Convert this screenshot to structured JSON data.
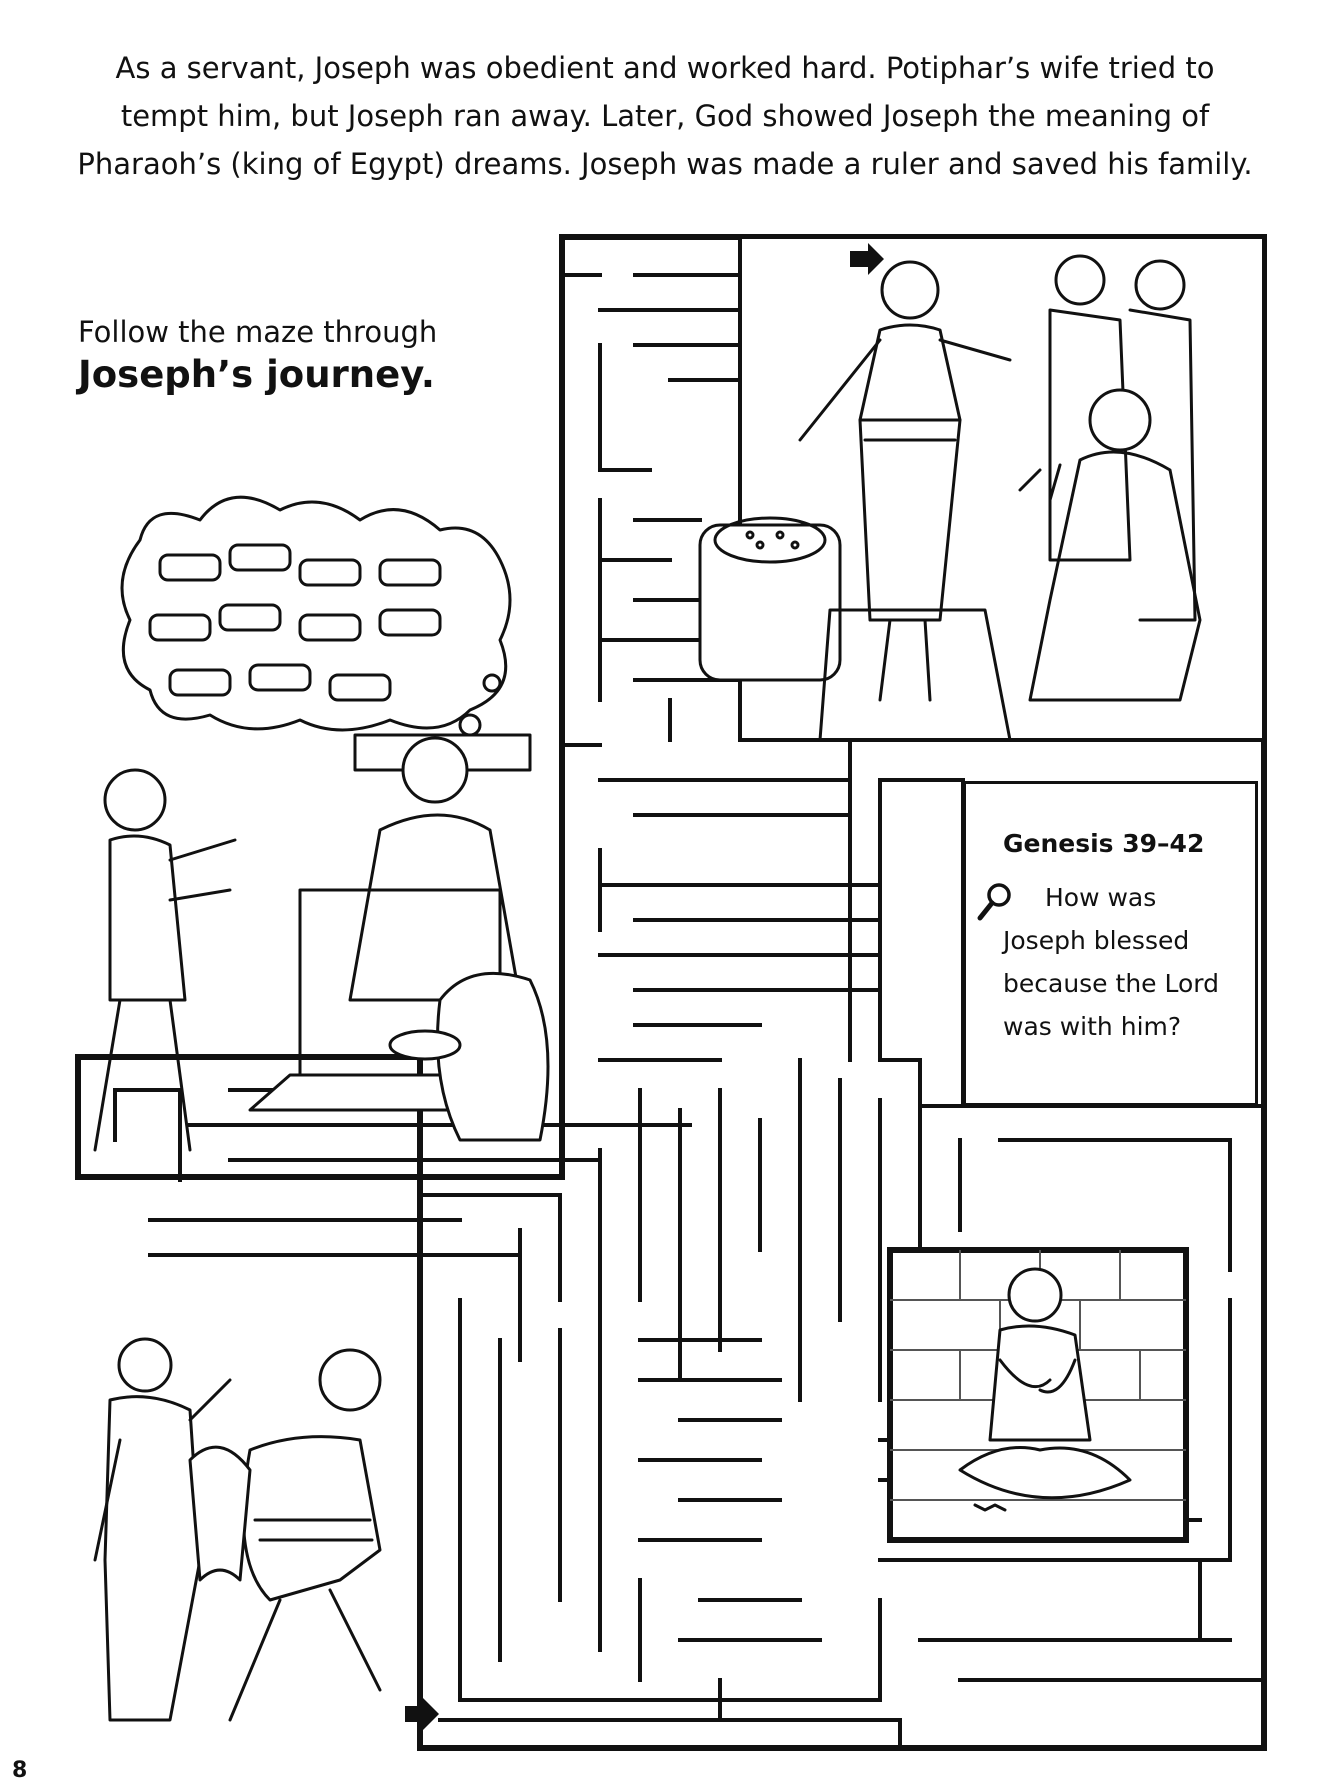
{
  "intro": {
    "line1": "As a servant, Joseph was obedient and worked hard. Potiphar’s wife tried to",
    "line2": "tempt him, but Joseph ran away. Later, God showed Joseph the meaning of",
    "line3": "Pharaoh’s (king of Egypt) dreams. Joseph was made a ruler and saved his family."
  },
  "instructions": {
    "line1": "Follow the maze through",
    "line2": "Joseph’s journey."
  },
  "scripture_box": {
    "reference": "Genesis 39–42",
    "question_line1": "How was",
    "question_line2": "Joseph blessed",
    "question_line3": "because the Lord",
    "question_line4": "was with him?",
    "icon": "magnifying-glass-icon"
  },
  "maze": {
    "start_marker": "arrow-right-icon",
    "end_marker": "arrow-right-icon"
  },
  "page_number": "8"
}
